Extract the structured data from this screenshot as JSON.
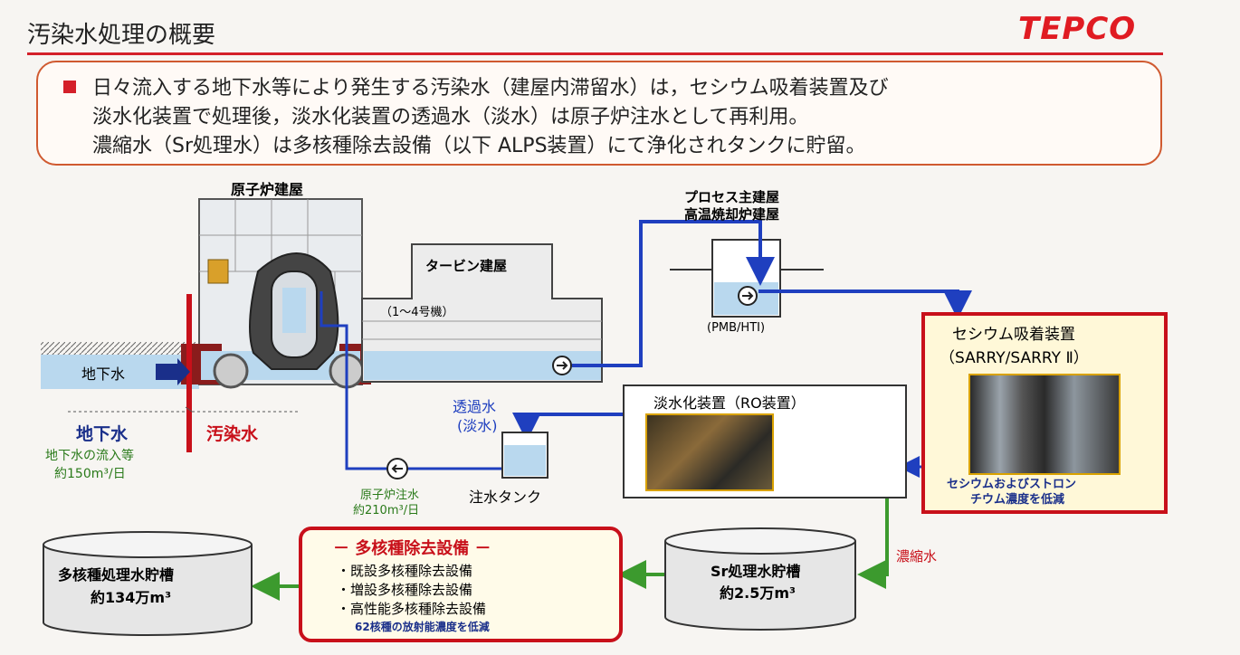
{
  "header": {
    "title": "汚染水処理の概要",
    "logo": "TEPCO"
  },
  "summary": {
    "line1": "日々流入する地下水等により発生する汚染水（建屋内滞留水）は，セシウム吸着装置及び",
    "line2": "淡水化装置で処理後，淡水化装置の透過水（淡水）は原子炉注水として再利用。",
    "line3": "濃縮水（Sr処理水）は多核種除去設備（以下 ALPS装置）にて浄化されタンクに貯留。"
  },
  "diagram": {
    "reactor_building": "原子炉建屋",
    "turbine_building": "タービン建屋",
    "units": "（1～4号機）",
    "process_building_1": "プロセス主建屋",
    "process_building_2": "高温焼却炉建屋",
    "pmb_hti": "(PMB/HTI)",
    "groundwater_arrow_label": "地下水",
    "groundwater": "地下水",
    "contaminated": "汚染水",
    "inflow_1": "地下水の流入等",
    "inflow_2": "約150m³/日",
    "permeate_1": "透過水",
    "permeate_2": "(淡水)",
    "injection_tank": "注水タンク",
    "injection_1": "原子炉注水",
    "injection_2": "約210m³/日",
    "ro_device": "淡水化装置（RO装置）",
    "cesium_device_1": "セシウム吸着装置",
    "cesium_device_2": "（SARRY/SARRY Ⅱ）",
    "cesium_note_1": "セシウムおよびストロン",
    "cesium_note_2": "チウム濃度を低減",
    "concentrated": "濃縮水",
    "sr_tank_1": "Sr処理水貯槽",
    "sr_tank_2": "約2.5万m³",
    "alps_title": "－ 多核種除去設備 －",
    "alps_item_1": "・既設多核種除去設備",
    "alps_item_2": "・増設多核種除去設備",
    "alps_item_3": "・高性能多核種除去設備",
    "alps_note": "62核種の放射能濃度を低減",
    "treated_tank_1": "多核種処理水貯槽",
    "treated_tank_2": "約134万m³"
  },
  "colors": {
    "accent": "#d4202a",
    "flow_blue": "#1f3fbf",
    "flow_green": "#3c9a2e",
    "water": "#b9d8ee"
  }
}
